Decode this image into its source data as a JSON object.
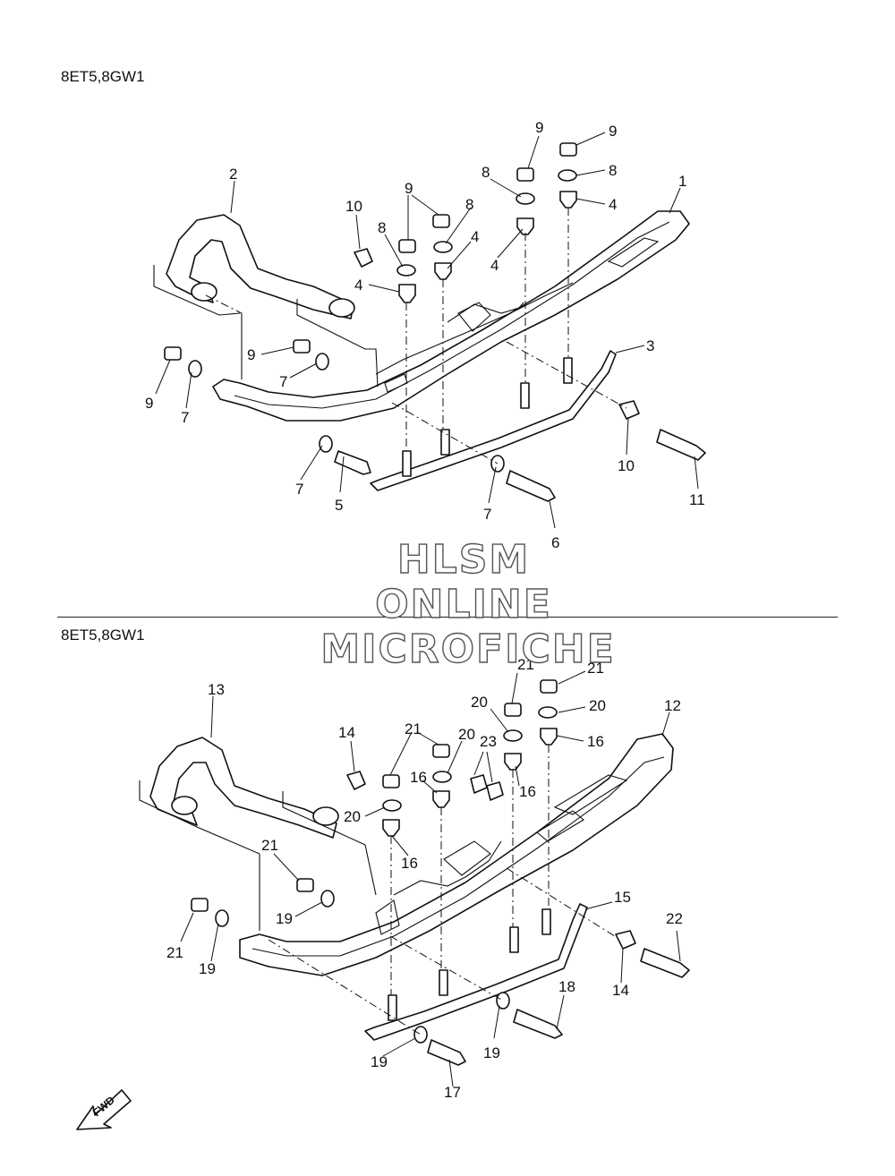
{
  "model_codes": {
    "top": "8ET5,8GW1",
    "bottom": "8ET5,8GW1"
  },
  "watermark": {
    "line1": "HLSM",
    "line2": "ONLINE",
    "line3": "MICROFICHE"
  },
  "fwd_label": "FWD",
  "icons": [
    "fwd-arrow-icon"
  ],
  "callouts_top": {
    "c1": "1",
    "c2": "2",
    "c3": "3",
    "c4a": "4",
    "c4b": "4",
    "c4c": "4",
    "c4d": "4",
    "c5": "5",
    "c6": "6",
    "c7a": "7",
    "c7b": "7",
    "c7c": "7",
    "c7d": "7",
    "c8a": "8",
    "c8b": "8",
    "c8c": "8",
    "c8d": "8",
    "c9a": "9",
    "c9b": "9",
    "c9c": "9",
    "c9d": "9",
    "c9e": "9",
    "c10a": "10",
    "c10b": "10",
    "c11": "11"
  },
  "callouts_bottom": {
    "c12": "12",
    "c13": "13",
    "c14a": "14",
    "c14b": "14",
    "c15": "15",
    "c16a": "16",
    "c16b": "16",
    "c16c": "16",
    "c16d": "16",
    "c17": "17",
    "c18": "18",
    "c19a": "19",
    "c19b": "19",
    "c19c": "19",
    "c19d": "19",
    "c20a": "20",
    "c20b": "20",
    "c20c": "20",
    "c20d": "20",
    "c21a": "21",
    "c21b": "21",
    "c21c": "21",
    "c21d": "21",
    "c21e": "21",
    "c22": "22",
    "c23": "23"
  }
}
